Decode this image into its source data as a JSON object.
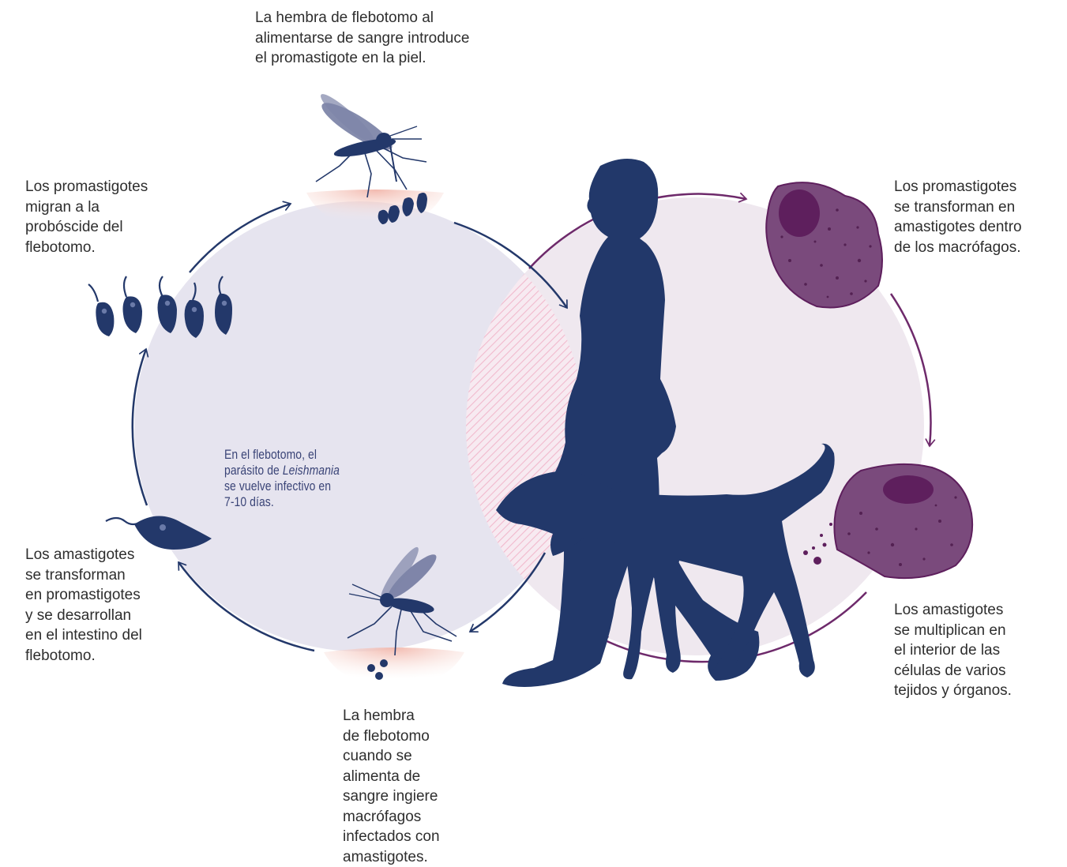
{
  "labels": {
    "step_bite_inject": [
      "La hembra de flebotomo al",
      "alimentarse de sangre introduce",
      "el promastigote en la piel."
    ],
    "step_migrate": [
      "Los promastigotes",
      "migran a la",
      "probóscide del",
      "flebotomo."
    ],
    "step_transform_macrophage": [
      "Los promastigotes",
      "se transforman en",
      "amastigotes dentro",
      "de los macrófagos."
    ],
    "step_multiply": [
      "Los amastigotes",
      "se multiplican en",
      "el interior de las",
      "células de varios",
      "tejidos y órganos."
    ],
    "step_transform_gut": [
      "Los amastigotes",
      "se transforman",
      "en promastigotes",
      "y se desarrollan",
      "en el intestino del",
      "flebotomo."
    ],
    "step_ingest": [
      "La hembra",
      "de flebotomo",
      "cuando se",
      "alimenta de",
      "sangre ingiere",
      "macrófagos",
      "infectados con",
      "amastigotes."
    ]
  },
  "center_note": {
    "line1": "En el flebotomo, el",
    "line2_prefix": "parásito de ",
    "line2_italic": "Leishmania",
    "line3": "se vuelve infectivo en",
    "line4": "7-10 días."
  },
  "colors": {
    "vector_cycle": "#23386a",
    "host_cycle": "#6e2a6b",
    "vector_circle_fill": "#e6e4ef",
    "host_circle_fill": "#efe8ef",
    "silhouette": "#22386a",
    "macrophage": "#7a4a7c",
    "nucleus": "#5e1f5d",
    "skin": "#f3c9c0"
  }
}
